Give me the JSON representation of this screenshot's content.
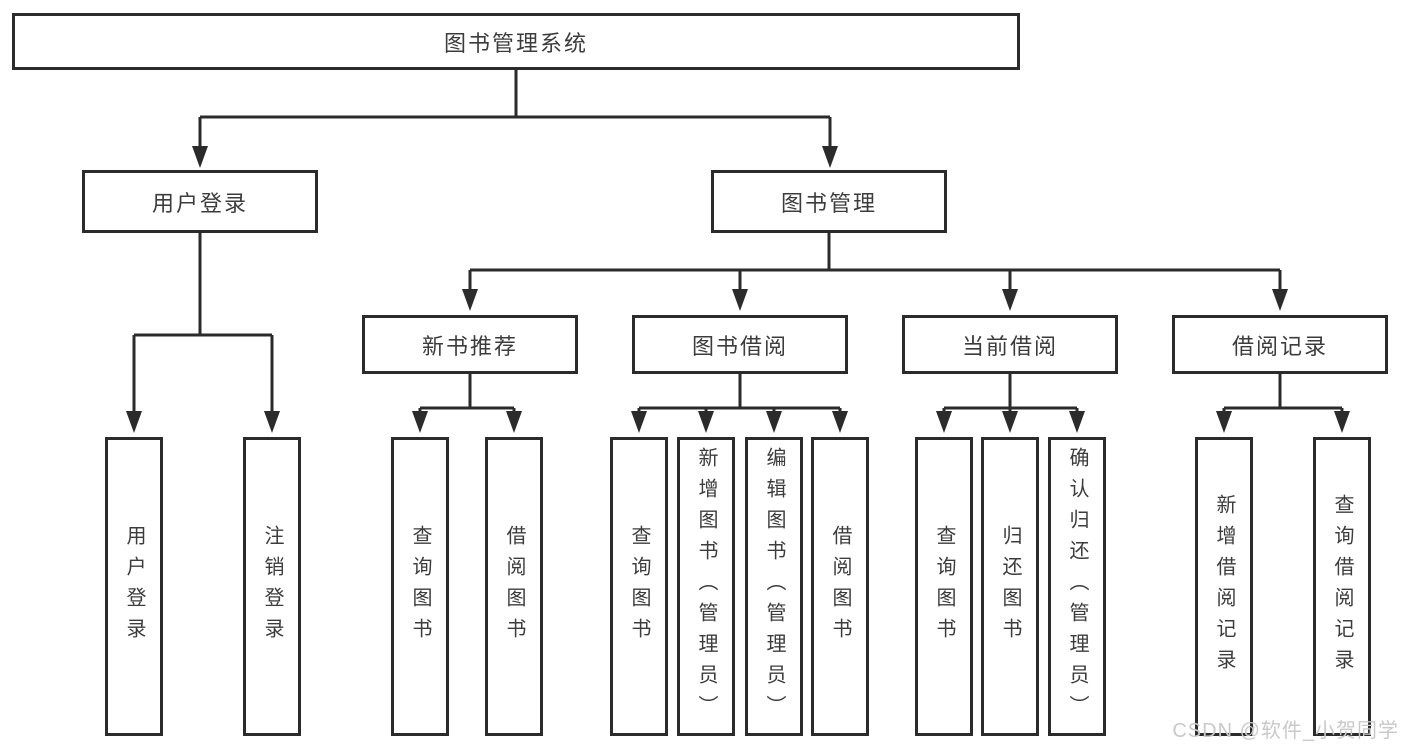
{
  "diagram": {
    "title_node": {
      "label": "图书管理系统"
    },
    "level2": [
      {
        "label": "用户登录"
      },
      {
        "label": "图书管理"
      }
    ],
    "level3": [
      {
        "label": "新书推荐"
      },
      {
        "label": "图书借阅"
      },
      {
        "label": "当前借阅"
      },
      {
        "label": "借阅记录"
      }
    ],
    "leaves": {
      "user_login": [
        {
          "label": "用户登录"
        },
        {
          "label": "注销登录"
        }
      ],
      "new_book_recommend": [
        {
          "label": "查询图书"
        },
        {
          "label": "借阅图书"
        }
      ],
      "book_borrow": [
        {
          "label": "查询图书"
        },
        {
          "label": "新增图书（管理员）"
        },
        {
          "label": "编辑图书（管理员）"
        },
        {
          "label": "借阅图书"
        }
      ],
      "current_borrow": [
        {
          "label": "查询图书"
        },
        {
          "label": "归还图书"
        },
        {
          "label": "确认归还（管理员）"
        }
      ],
      "borrow_records": [
        {
          "label": "新增借阅记录"
        },
        {
          "label": "查询借阅记录"
        }
      ]
    }
  },
  "watermark": {
    "text": "CSDN @软件_小贺同学"
  },
  "colors": {
    "line": "#2b2b2b",
    "text": "#3c3c3c",
    "watermark": "#c9c9c9",
    "background": "#ffffff"
  }
}
